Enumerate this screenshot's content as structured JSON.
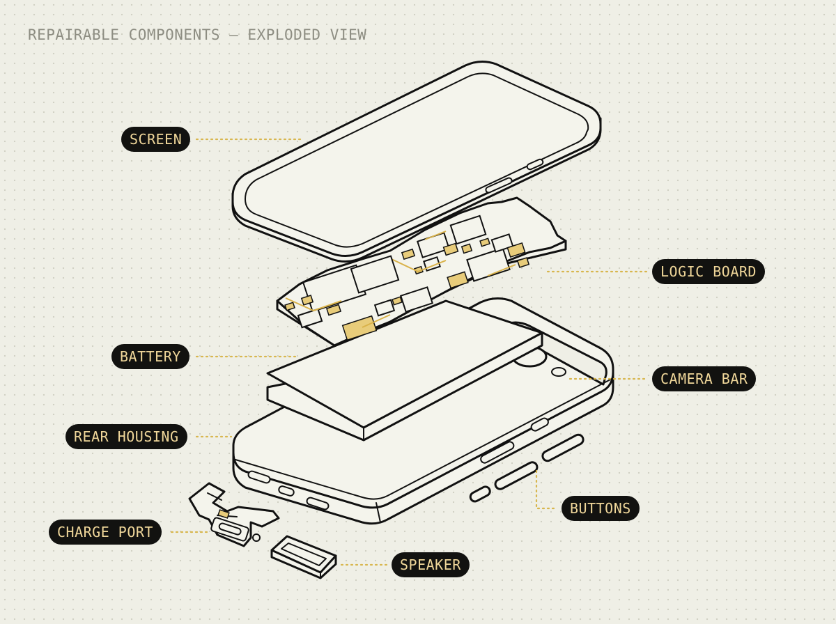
{
  "title": "REPAIRABLE COMPONENTS – EXPLODED VIEW",
  "colors": {
    "background": "#efefe6",
    "label_background": "#121210",
    "label_text": "#f0d79a",
    "leader": "#d8b64e",
    "accent_gold": "#e8cc7a",
    "outline": "#111111"
  },
  "labels": {
    "screen": "SCREEN",
    "logic_board": "LOGIC BOARD",
    "battery": "BATTERY",
    "camera_bar": "CAMERA BAR",
    "rear_housing": "REAR HOUSING",
    "buttons": "BUTTONS",
    "charge_port": "CHARGE PORT",
    "speaker": "SPEAKER"
  }
}
